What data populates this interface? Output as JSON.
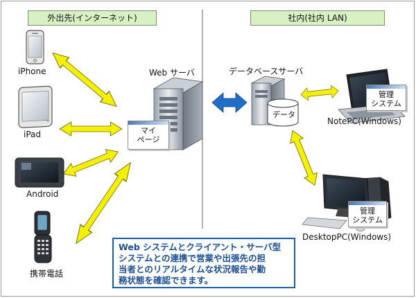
{
  "zones": {
    "internet": "外出先(インターネット)",
    "lan": "社内(社内 LAN)"
  },
  "devices": {
    "iphone": "iPhone",
    "ipad": "iPad",
    "android": "Android",
    "mobile": "携帯電話",
    "web_server": "Web サーバ",
    "db_server": "データベースサーバ",
    "db_cylinder": "データ",
    "notepc": "NotePC(Windows)",
    "desktoppc": "DesktopPC(Windows)"
  },
  "windows": {
    "mypage": [
      "マイ",
      "ページ"
    ],
    "notepc_app": [
      "管理",
      "システム"
    ],
    "desktop_app": [
      "管理",
      "システム"
    ]
  },
  "description": [
    "Web システムとクライアント・サーバ型",
    "システムとの連携で営業や出張先の担",
    "当者とのリアルタイムな状況報告や勤",
    "務状態を確認できます。"
  ],
  "colors": {
    "zone_fill": "#d9f0c4",
    "arrow_yellow": "#f4f000",
    "arrow_blue": "#1f6fc8",
    "info_border": "#1a5aa6",
    "info_text": "#1a4f95"
  }
}
